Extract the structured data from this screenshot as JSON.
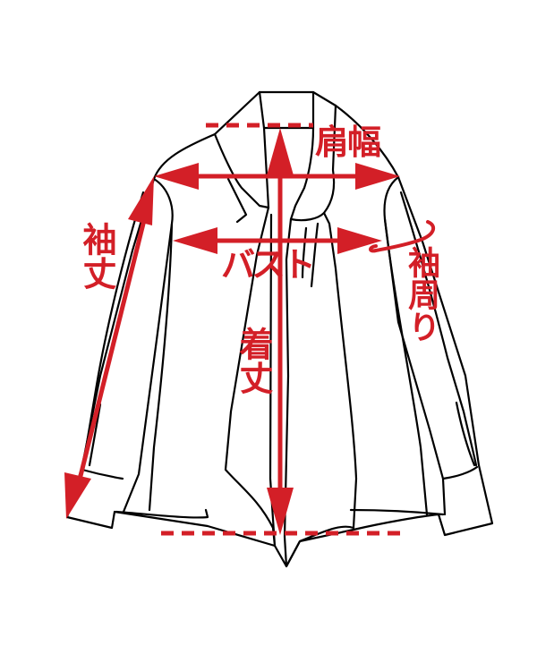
{
  "diagram": {
    "subject": "blouse-with-bow-tie-measurement-guide",
    "accent_color": "#d31f27",
    "outline_color": "#000000",
    "background_color": "#ffffff",
    "labels": {
      "shoulder_width": "肩幅",
      "bust": "バスト",
      "length": "着丈",
      "sleeve_length": "袖丈",
      "sleeve_circumference": "袖周り"
    }
  }
}
